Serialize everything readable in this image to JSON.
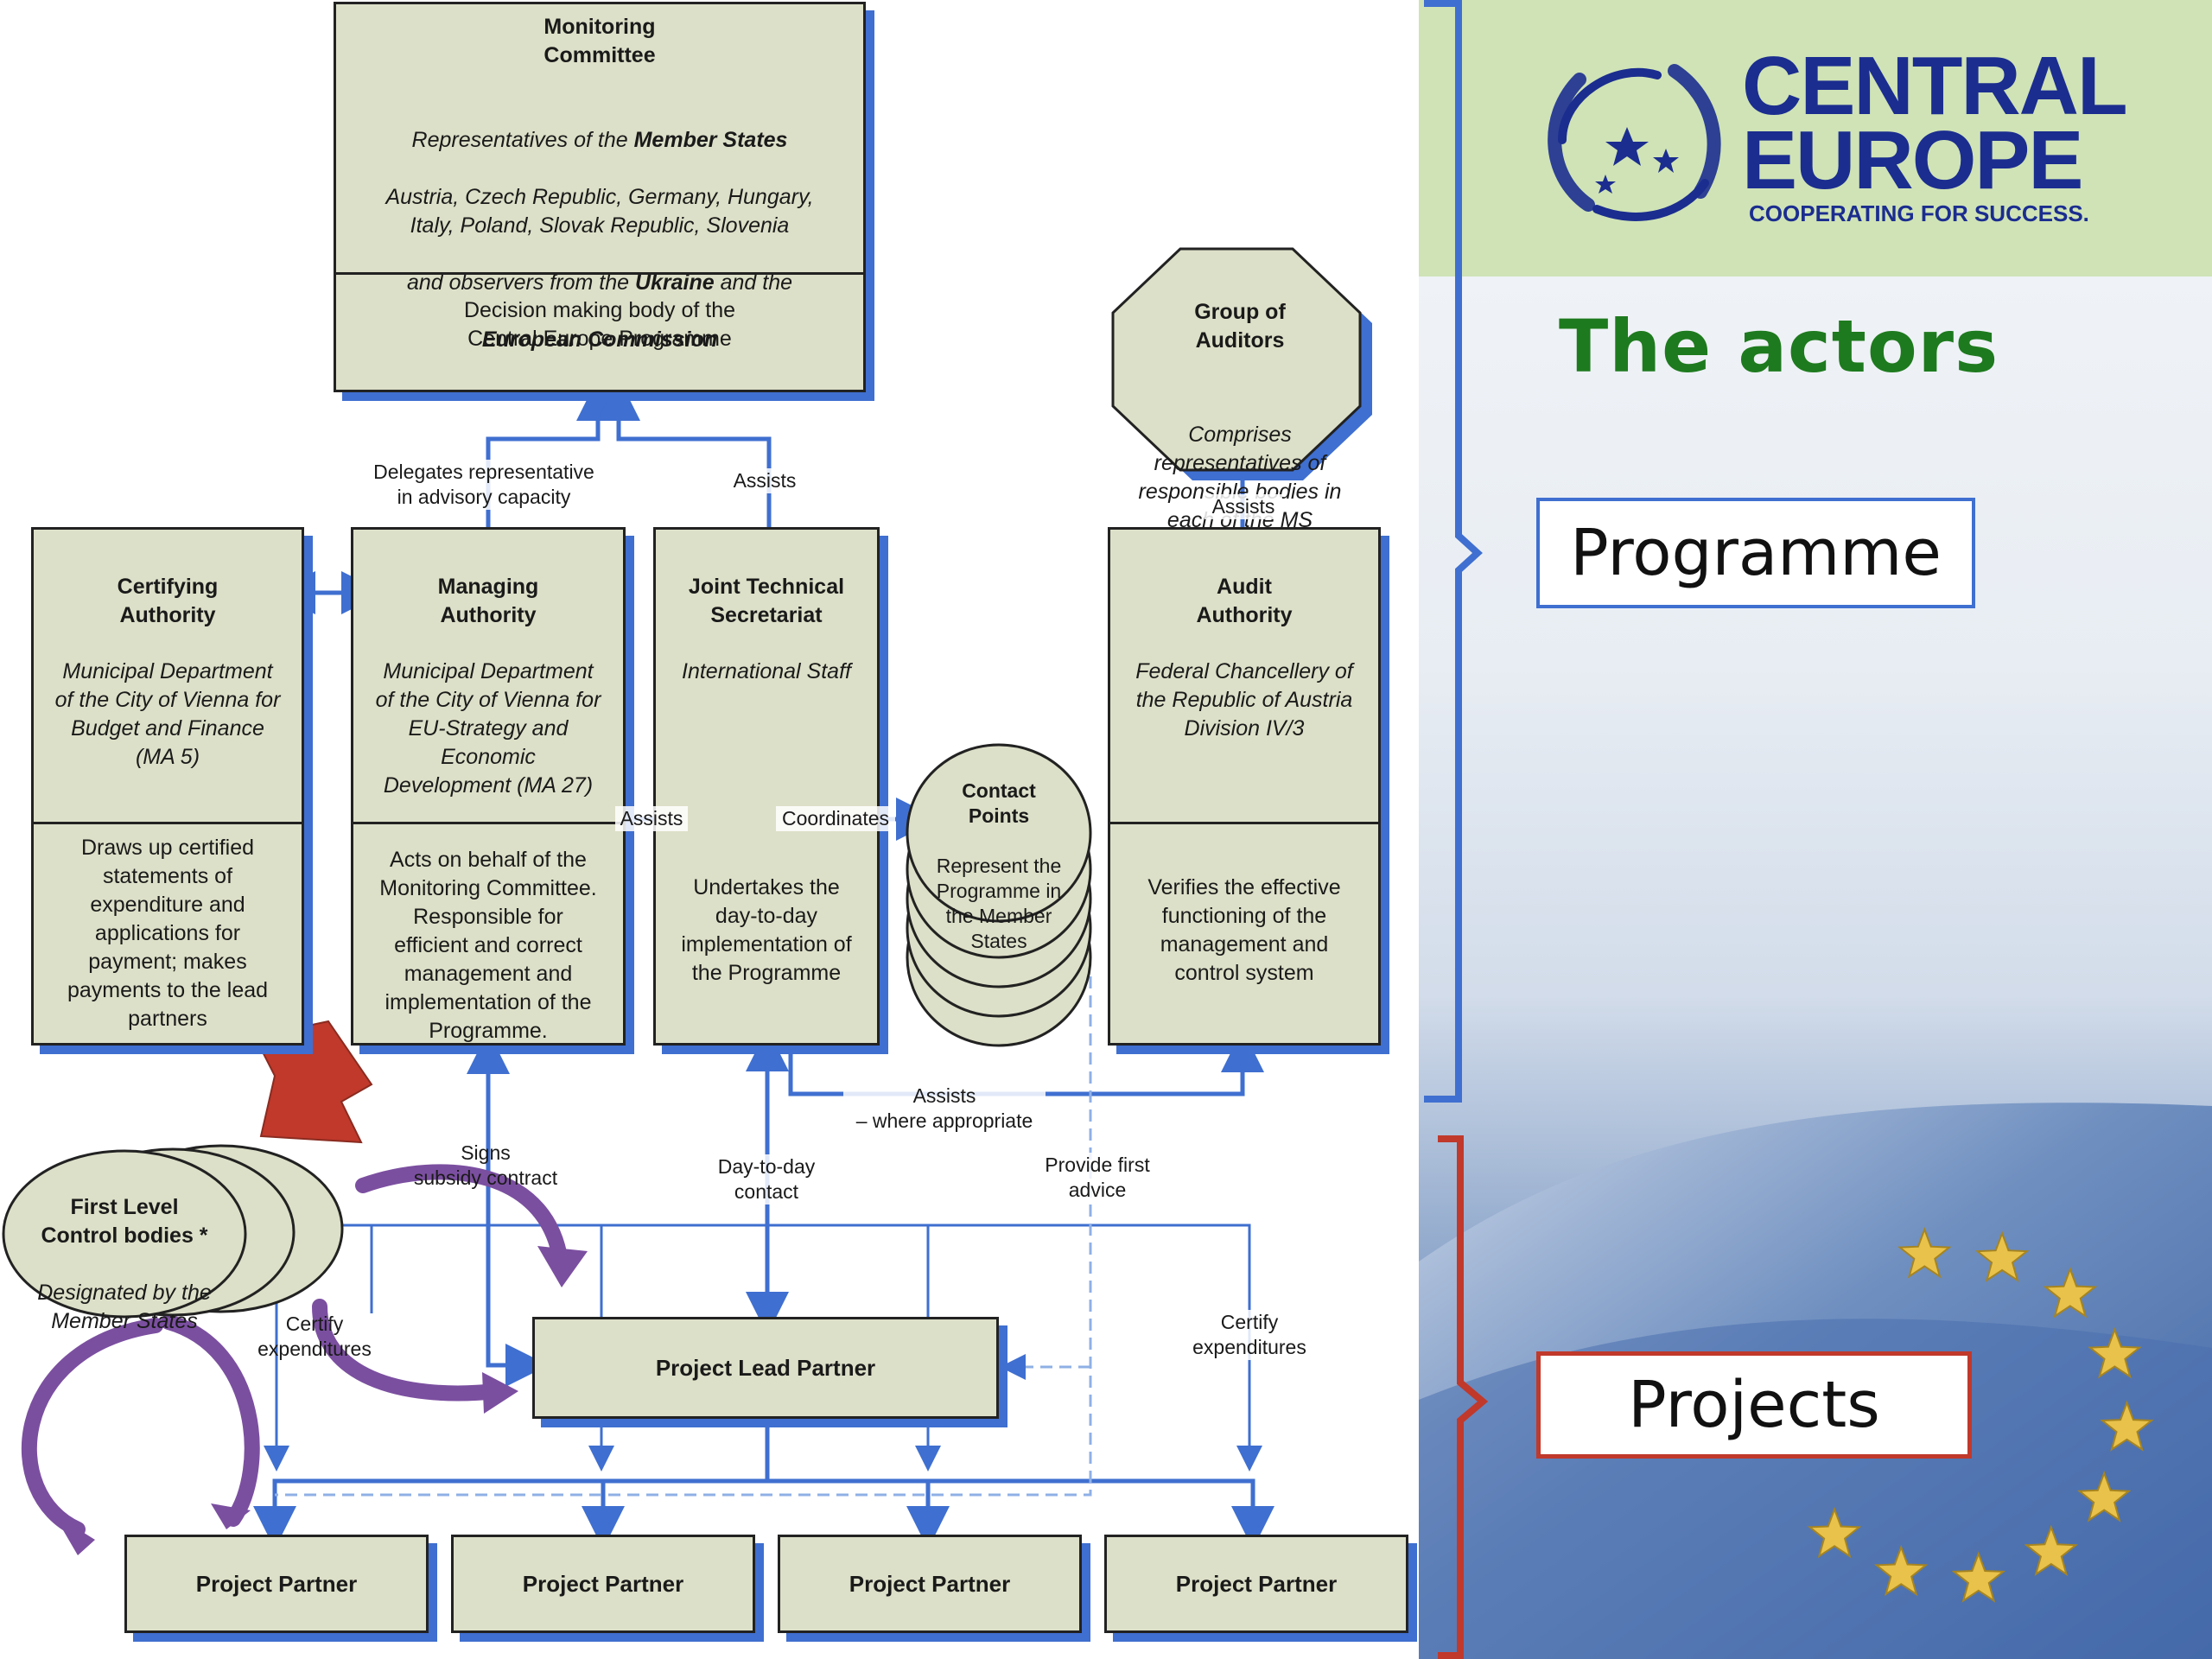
{
  "monitoring": {
    "title": "Monitoring\nCommittee",
    "desc_line1_pre": "Representatives of the ",
    "desc_line1_bold": "Member States",
    "desc_line2": "Austria, Czech Republic, Germany, Hungary,\nItaly, Poland, Slovak Republic, Slovenia",
    "desc_line3_pre": "and observers from the ",
    "desc_line3_bold": "Ukraine",
    "desc_line3_post": " and the",
    "desc_line4_bold": "European Commission",
    "role": "Decision making body of the\nCentral Europe Programme"
  },
  "auditors": {
    "title": "Group  of\nAuditors",
    "desc": "Comprises\nrepresentatives of\nresponsible bodies in\neach of the MS"
  },
  "certifying": {
    "title": "Certifying\nAuthority",
    "desc": "Municipal Department\nof the City of Vienna for\nBudget and Finance\n(MA 5)",
    "role": "Draws up certified\nstatements of\nexpenditure and\napplications for\npayment; makes\npayments to the lead\npartners"
  },
  "managing": {
    "title": "Managing\nAuthority",
    "desc": "Municipal Department\nof the City of Vienna for\nEU-Strategy and\nEconomic\nDevelopment (MA 27)",
    "role": "Acts on behalf of the\nMonitoring Committee.\nResponsible for\nefficient and correct\nmanagement and\nimplementation of the\nProgramme."
  },
  "jts": {
    "title": "Joint Technical\nSecretariat",
    "desc": "International Staff",
    "role": "Undertakes the\nday-to-day\nimplementation of\nthe Programme"
  },
  "contact": {
    "title": "Contact\nPoints",
    "desc": "Represent the\nProgramme in\nthe Member\nStates"
  },
  "audit": {
    "title": "Audit\nAuthority",
    "desc": "Federal Chancellery of\nthe Republic of Austria\nDivision IV/3",
    "role": "Verifies the effective\nfunctioning of the\nmanagement and\ncontrol system"
  },
  "flc": {
    "title": "First Level\nControl bodies *",
    "desc": "Designated by the\nMember States"
  },
  "lead_partner": "Project Lead Partner",
  "partners": [
    "Project Partner",
    "Project Partner",
    "Project Partner",
    "Project Partner"
  ],
  "labels": {
    "delegates": "Delegates representative\nin advisory capacity",
    "assists_top": "Assists",
    "assists_auditors": "Assists",
    "assists_mid": "Assists",
    "coordinates": "Coordinates",
    "assists_where": "Assists\n– where appropriate",
    "signs": "Signs\nsubsidy contract",
    "day_to_day": "Day-to-day\ncontact",
    "first_advice": "Provide first\nadvice",
    "certify_left": "Certify\nexpenditures",
    "certify_right": "Certify\nexpenditures"
  },
  "logo": {
    "line1": "CENTRAL",
    "line2": "EUROPE",
    "tagline": "COOPERATING FOR SUCCESS."
  },
  "slide": {
    "title": "The actors",
    "programme_tag": "Programme",
    "projects_tag": "Projects"
  },
  "colors": {
    "box_fill": "#dde0c8",
    "arrow_blue": "#3f6fd0",
    "title_green": "#1e7a1e",
    "logo_blue": "#1b2d8f",
    "purple_arrow": "#7b4fa0",
    "red_arrow": "#c0392b",
    "programme_bracket": "#3f6fd0",
    "projects_bracket": "#c0392b"
  }
}
